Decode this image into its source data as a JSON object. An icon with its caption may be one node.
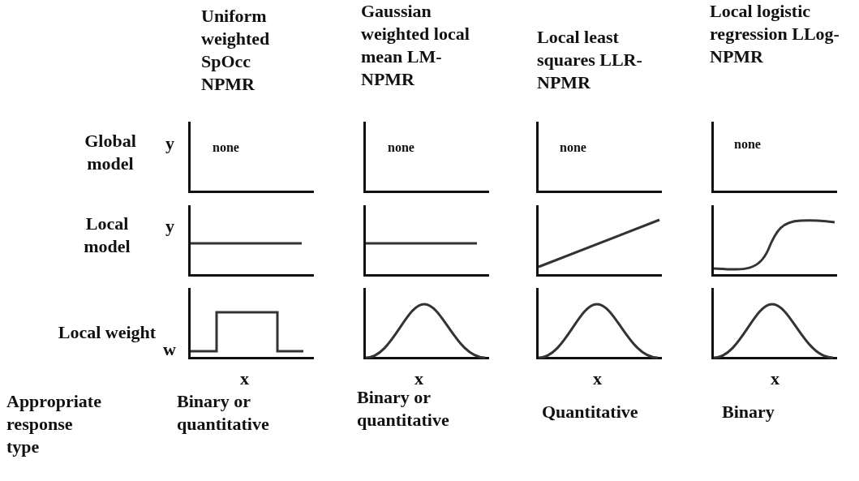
{
  "diagram": {
    "labels": [
      "Uniform weighted SpOcc NPMR",
      "Gaussian weighted local mean LM-NPMR",
      "Local least squares LLR-NPMR",
      "Local logistic regression LLog-NPMR",
      "Global model",
      "y",
      "none",
      "none",
      "none",
      "none",
      "Local model",
      "y",
      "Local weight",
      "w",
      "x",
      "x",
      "x",
      "x",
      "Appropriate response type",
      "Binary or quantitative",
      "Binary or quantitative",
      "Quantitative",
      "Binary"
    ]
  }
}
